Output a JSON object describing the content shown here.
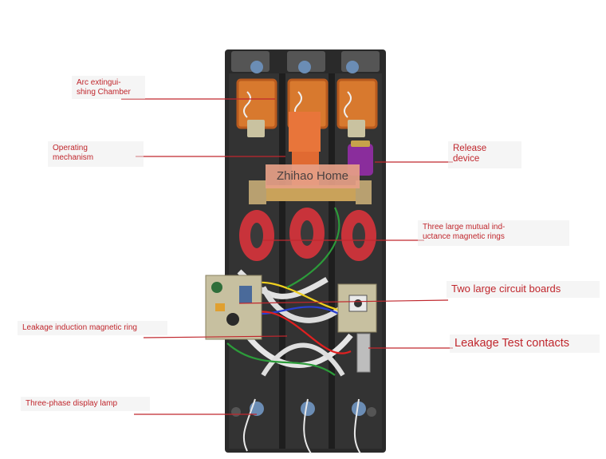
{
  "watermark": "Zhihao Home",
  "labels": {
    "arc_chamber": [
      "Arc extingui-",
      "shing Chamber"
    ],
    "operating_mechanism": [
      "Operating",
      "mechanism"
    ],
    "release_device": [
      "Release",
      "device"
    ],
    "mutual_inductance_rings": [
      "Three large mutual ind-",
      "uctance magnetic rings"
    ],
    "circuit_boards": "Two large circuit boards",
    "leakage_induction_ring": "Leakage induction magnetic ring",
    "leakage_test_contacts": "Leakage Test contacts",
    "display_lamp": "Three-phase display lamp"
  },
  "colors": {
    "label_text": "#c0272d",
    "leader_line": "#c0272d",
    "housing": "#2b2b2b",
    "orange_mechanism": "#e8753a",
    "red_rings": "#c8333a",
    "purple_release": "#8a2d9c"
  }
}
